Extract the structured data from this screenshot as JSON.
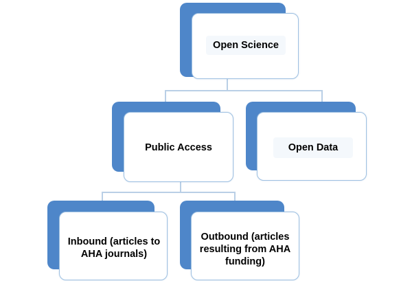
{
  "colors": {
    "back_box": "#4e86c9",
    "card_border": "#9ec0e2",
    "connector": "#b9cfe6"
  },
  "nodes": {
    "root": {
      "label": "Open Science"
    },
    "public_access": {
      "label": "Public Access"
    },
    "open_data": {
      "label": "Open Data"
    },
    "inbound": {
      "label": "Inbound (articles to AHA journals)"
    },
    "outbound": {
      "label": "Outbound (articles resulting from AHA funding)"
    }
  }
}
